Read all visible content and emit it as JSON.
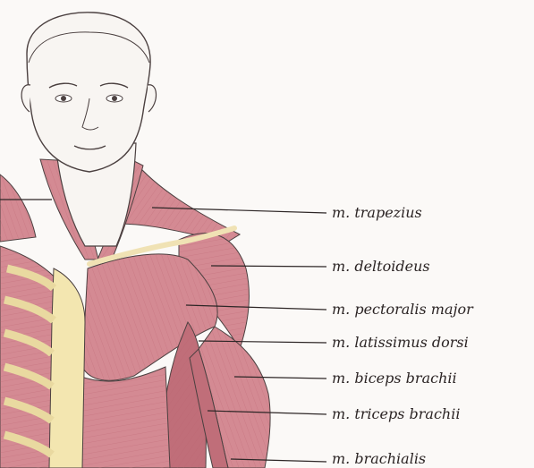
{
  "labels": [
    "m. trapezius",
    "m. deltoideus",
    "m. pectoralis major",
    "m. latissimus dorsi",
    "m. biceps brachii",
    "m. triceps brachii",
    "m. brachialis"
  ],
  "colors": {
    "background": "#fbf9f7",
    "skin": "#f8f5f2",
    "muscle": "#d48a93",
    "muscle_dark": "#c06e79",
    "tendon": "#f0e2b4",
    "bone": "#f3e6b0",
    "leader_line": "#2d2626",
    "outline": "#4b4040"
  }
}
